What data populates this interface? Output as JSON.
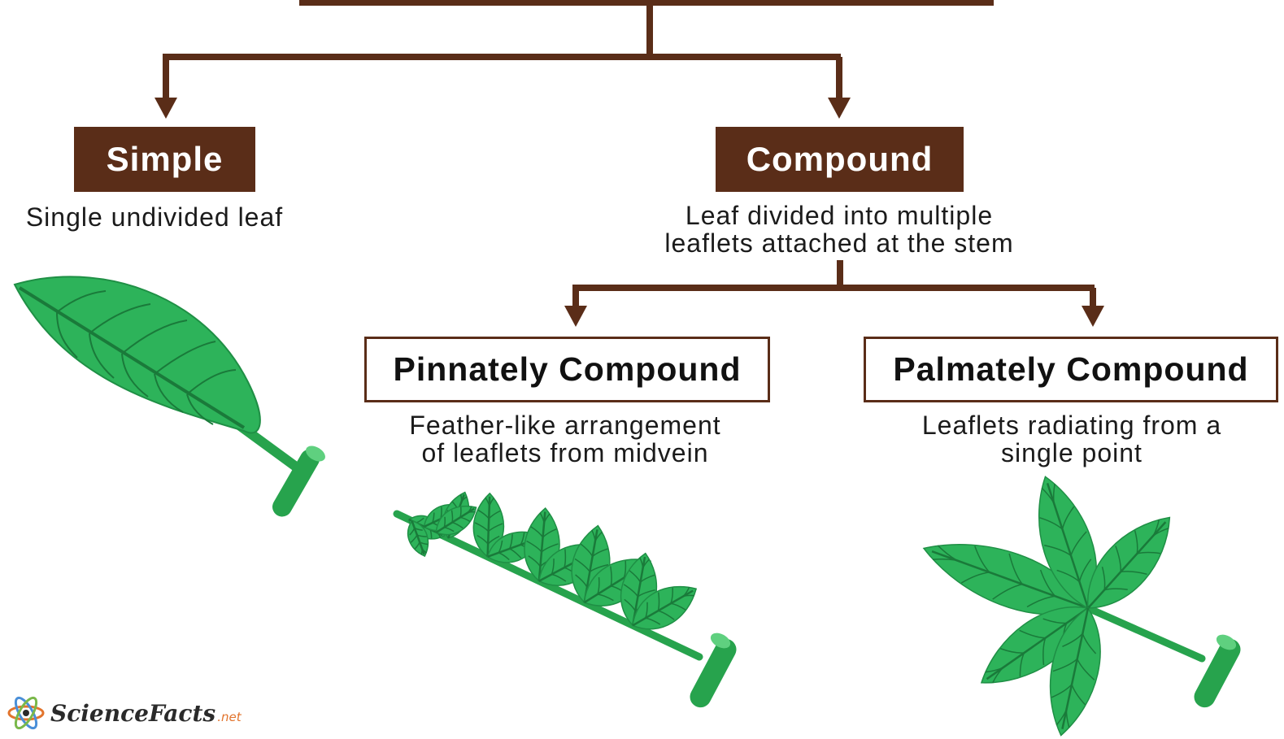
{
  "colors": {
    "connector": "#5a2d18",
    "leaf_fill": "#2db35a",
    "leaf_vein": "#1a7a3a",
    "stem": "#27a34d",
    "brand_accent": "#e2742d"
  },
  "nodes": {
    "simple": {
      "title": "Simple",
      "description": "Single undivided leaf"
    },
    "compound": {
      "title": "Compound",
      "description": "Leaf divided into multiple\nleaflets attached at the stem"
    },
    "pinnately": {
      "title": "Pinnately Compound",
      "description": "Feather-like arrangement\nof leaflets from midvein"
    },
    "palmately": {
      "title": "Palmately Compound",
      "description": "Leaflets radiating from a\nsingle point"
    }
  },
  "logo": {
    "brand": "ScienceFacts",
    "suffix": ".net",
    "icon": "atom-icon"
  }
}
